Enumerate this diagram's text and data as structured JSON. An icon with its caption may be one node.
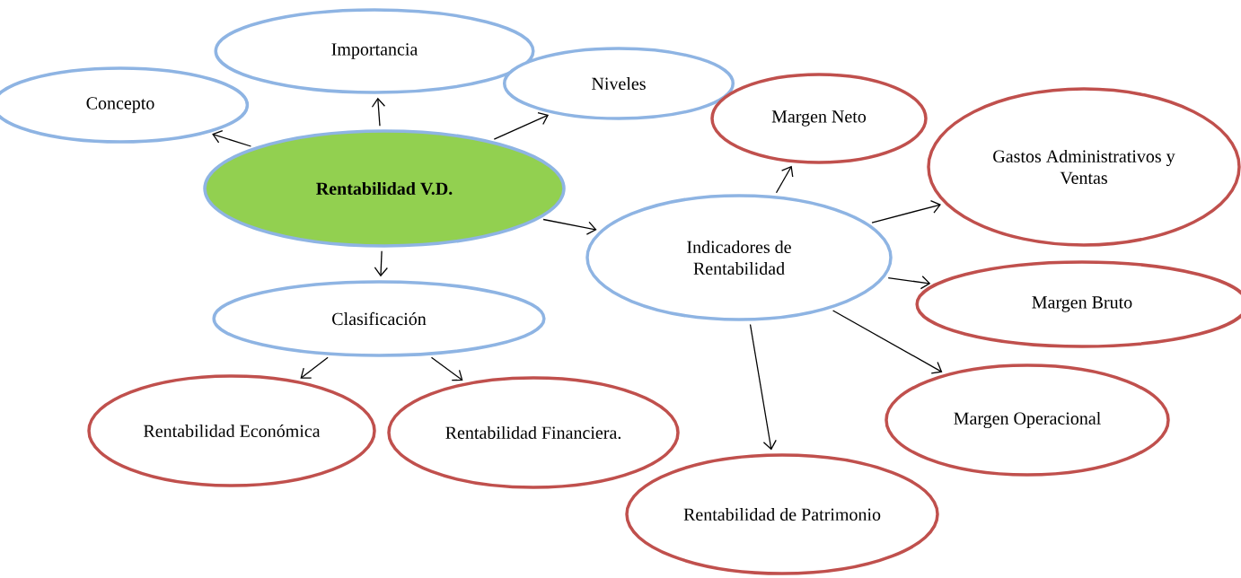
{
  "diagram": {
    "nodes": [
      {
        "text": [
          "Rentabilidad V.D."
        ]
      },
      {
        "text": [
          "Concepto"
        ]
      },
      {
        "text": [
          "Importancia"
        ]
      },
      {
        "text": [
          "Niveles"
        ]
      },
      {
        "text": [
          "Clasificación"
        ]
      },
      {
        "text": [
          "Rentabilidad Económica"
        ]
      },
      {
        "text": [
          "Rentabilidad Financiera."
        ]
      },
      {
        "text": [
          "Indicadores de Rentabilidad"
        ]
      },
      {
        "text": [
          "Margen Neto"
        ]
      },
      {
        "text": [
          "Gastos Administrativos y Ventas"
        ]
      },
      {
        "text": [
          "Margen Bruto"
        ]
      },
      {
        "text": [
          "Margen Operacional"
        ]
      },
      {
        "text": [
          "Rentabilidad de Patrimonio"
        ]
      }
    ],
    "edges": [
      {
        "from": 0,
        "to": 1,
        "arrow": "to"
      },
      {
        "from": 0,
        "to": 2,
        "arrow": "to"
      },
      {
        "from": 0,
        "to": 3,
        "arrow": "to"
      },
      {
        "from": 0,
        "to": 4,
        "arrow": "to"
      },
      {
        "from": 0,
        "to": 7,
        "arrow": "to"
      },
      {
        "from": 4,
        "to": 5,
        "arrow": "to"
      },
      {
        "from": 4,
        "to": 6,
        "arrow": "to"
      },
      {
        "from": 7,
        "to": 8,
        "arrow": "to"
      },
      {
        "from": 7,
        "to": 9,
        "arrow": "to"
      },
      {
        "from": 7,
        "to": 10,
        "arrow": "to"
      },
      {
        "from": 7,
        "to": 11,
        "arrow": "to"
      },
      {
        "from": 7,
        "to": 12,
        "arrow": "to"
      }
    ]
  }
}
